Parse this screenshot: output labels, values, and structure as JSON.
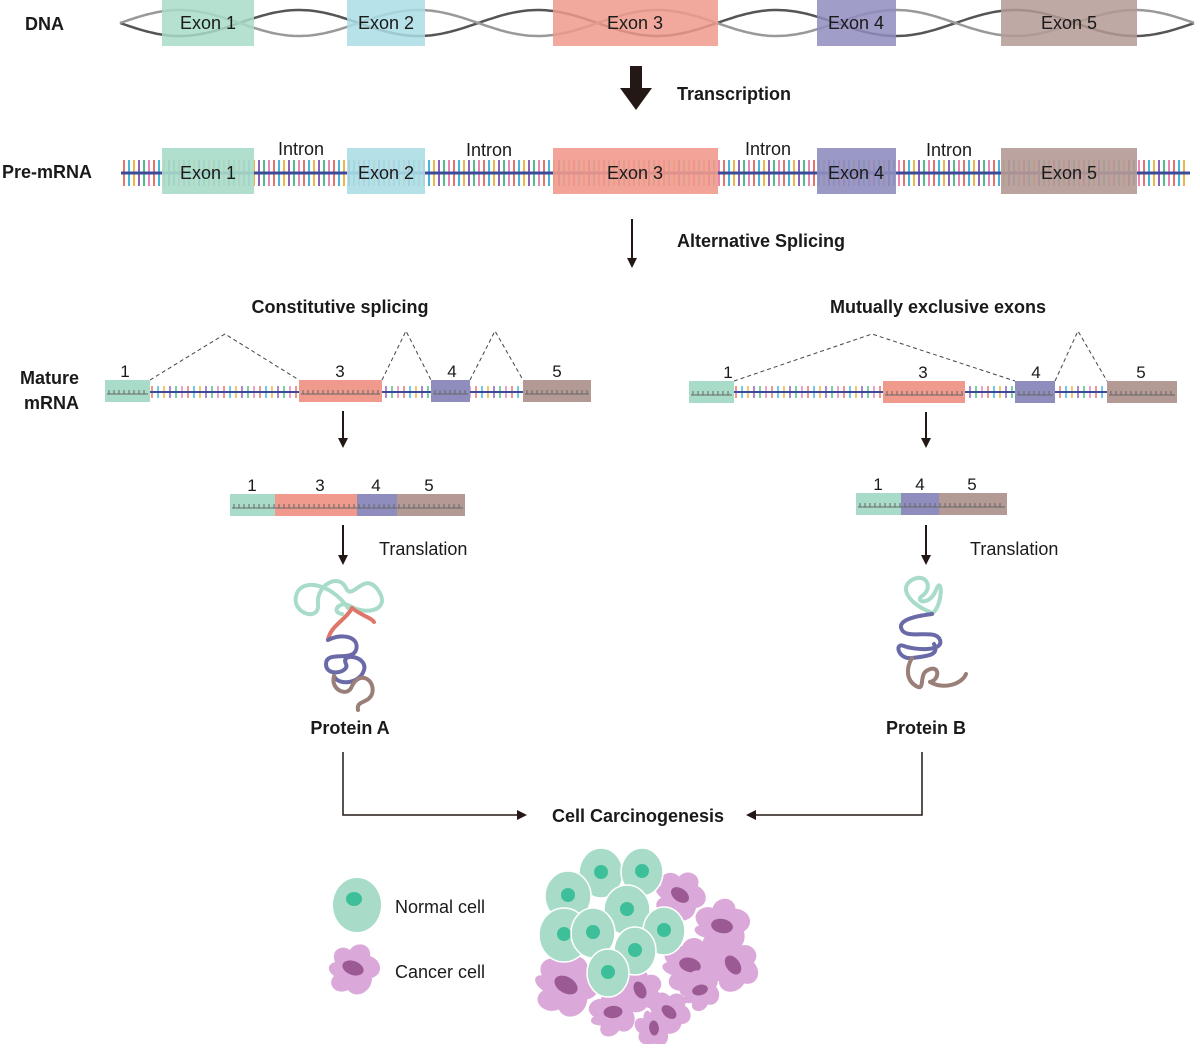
{
  "rows": {
    "dna": "DNA",
    "pre_mrna": "Pre-mRNA",
    "mature_line1": "Mature",
    "mature_line2": "mRNA"
  },
  "exons": {
    "e1": "Exon 1",
    "e2": "Exon 2",
    "e3": "Exon 3",
    "e4": "Exon 4",
    "e5": "Exon 5"
  },
  "intron_label": "Intron",
  "steps": {
    "transcription": "Transcription",
    "alternative_splicing": "Alternative Splicing",
    "translation": "Translation"
  },
  "branches": {
    "constitutive": "Constitutive splicing",
    "mutually_exclusive": "Mutually exclusive exons"
  },
  "numbers": {
    "n1": "1",
    "n3": "3",
    "n4": "4",
    "n5": "5"
  },
  "proteins": {
    "a": "Protein A",
    "b": "Protein B"
  },
  "outcome": "Cell Carcinogenesis",
  "legend": {
    "normal": "Normal cell",
    "cancer": "Cancer cell"
  },
  "colors": {
    "exon1": "#a8dcc9",
    "exon2": "#acdde6",
    "exon3": "#ef9a8c",
    "exon4": "#8f8dbe",
    "exon5": "#b49a95",
    "backbone": "#3c4a9a",
    "normal_cell": "#a8dcc9",
    "normal_nucleus": "#3dbf9a",
    "cancer_cell": "#dba9d9",
    "cancer_nucleus": "#9c5a94",
    "arrow": "#231815"
  }
}
